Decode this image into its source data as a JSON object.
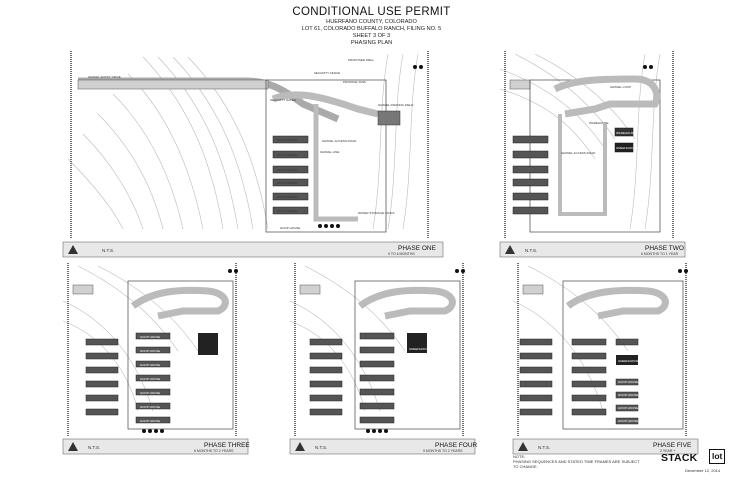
{
  "header": {
    "title": "CONDITIONAL USE PERMIT",
    "lines": [
      "HUERFANO COUNTY, COLORADO",
      "LOT 61, COLORADO BUFFALO RANCH, FILING NO. 5",
      "SHEET 3 OF 3",
      "PHASING PLAN"
    ]
  },
  "scale_label": "N.T.S.",
  "panels": [
    {
      "phase": "PHASE ONE",
      "timeframe": "0 TO 6 MONTHS",
      "labels": [
        "GRAVEL ENTRY DRIVE",
        "SECURITY FENCE",
        "PROPANE TANK",
        "PROPOSED WELL",
        "SECURITY GATES",
        "GRAVEL PARKING FIELD",
        "GRAVEL ACCESS ROAD",
        "HOOP HOUSE",
        "HOOP HOUSE",
        "HOOP HOUSE",
        "HOOP HOUSE",
        "HOOP HOUSE",
        "HOOP HOUSE",
        "HOOP HOUSE",
        "GRAVEL LINE",
        "WATER STORAGE TANKS"
      ]
    },
    {
      "phase": "PHASE TWO",
      "timeframe": "6 MONTHS TO 1 YEAR",
      "labels": [
        "GRAVEL LOOP",
        "WAREHOUSE",
        "GRAVEL ACCESS ROAD",
        "WAREHOUSE",
        "GREENHOUSE"
      ]
    },
    {
      "phase": "PHASE THREE",
      "timeframe": "6 MONTHS TO 2 YEARS",
      "labels": [
        "HOOP HOUSE",
        "HOOP HOUSE",
        "HOOP HOUSE",
        "HOOP HOUSE",
        "HOOP HOUSE",
        "HOOP HOUSE",
        "HOOP HOUSE"
      ]
    },
    {
      "phase": "PHASE FOUR",
      "timeframe": "9 MONTHS TO 2 YEARS",
      "labels": [
        "GREENHOUSE"
      ]
    },
    {
      "phase": "PHASE FIVE",
      "timeframe": "2 YEAR +",
      "labels": [
        "GREENHOUSE",
        "HOOP HOUSE",
        "HOOP HOUSE",
        "HOOP HOUSE",
        "HOOP HOUSE"
      ]
    }
  ],
  "note": {
    "heading": "NOTE:",
    "text_1": "PHASING SEQUENCES AND STATED TIME FRAMES ARE SUBJECT",
    "text_2": "TO CHANGE."
  },
  "logo": {
    "text": "STACK",
    "box_text": "lot",
    "date": "December 12, 2014"
  }
}
